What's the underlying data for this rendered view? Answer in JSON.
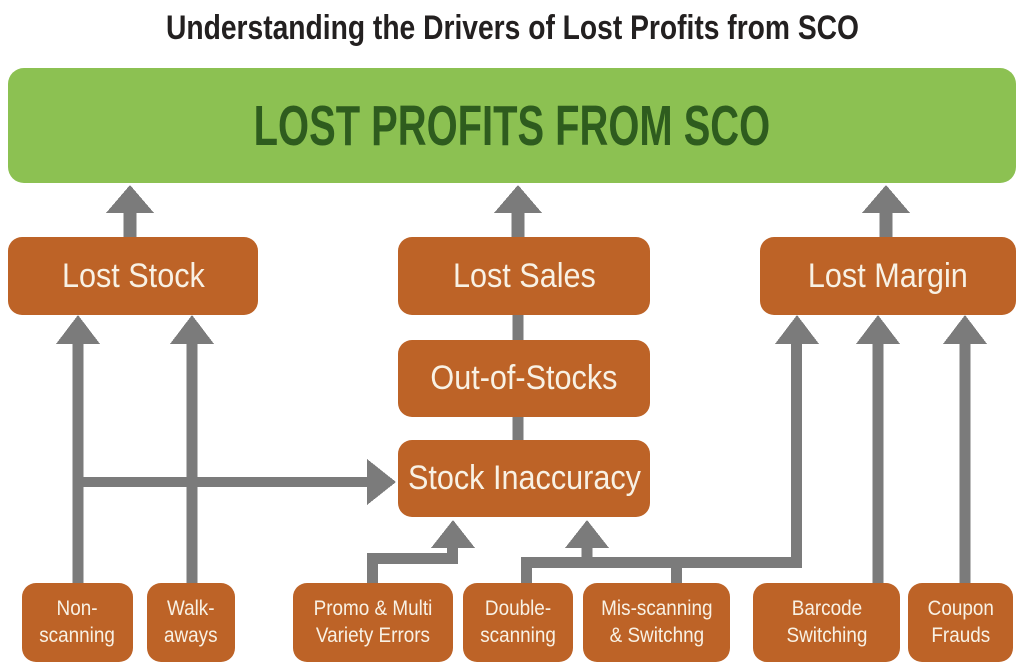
{
  "title": "Understanding the Drivers of Lost Profits from SCO",
  "colors": {
    "green": "#8CC152",
    "green_text": "#2E5C1E",
    "orange": "#BD6327",
    "box_text": "#F8F1E4",
    "arrow": "#7B7B7B",
    "title_text": "#232020"
  },
  "nodes": {
    "root": {
      "label": "LOST PROFITS FROM SCO"
    },
    "lost_stock": {
      "label": "Lost Stock"
    },
    "lost_sales": {
      "label": "Lost Sales"
    },
    "lost_margin": {
      "label": "Lost Margin"
    },
    "out_of_stocks": {
      "label": "Out-of-Stocks"
    },
    "stock_inaccuracy": {
      "label": "Stock Inaccuracy"
    },
    "non_scanning": {
      "label": "Non-\nscanning"
    },
    "walk_aways": {
      "label": "Walk-\naways"
    },
    "promo_multi": {
      "label": "Promo & Multi\nVariety Errors"
    },
    "double_scanning": {
      "label": "Double-\nscanning"
    },
    "mis_scanning": {
      "label": "Mis-scanning\n& Switchng"
    },
    "barcode_switching": {
      "label": "Barcode\nSwitching"
    },
    "coupon_frauds": {
      "label": "Coupon\nFrauds"
    }
  },
  "edges": [
    {
      "from": "lost_stock",
      "to": "root"
    },
    {
      "from": "lost_sales",
      "to": "root"
    },
    {
      "from": "lost_margin",
      "to": "root"
    },
    {
      "from": "out_of_stocks",
      "to": "lost_sales"
    },
    {
      "from": "stock_inaccuracy",
      "to": "out_of_stocks"
    },
    {
      "from": "non_scanning",
      "to": "lost_stock"
    },
    {
      "from": "walk_aways",
      "to": "lost_stock"
    },
    {
      "from": "non_scanning",
      "to": "stock_inaccuracy"
    },
    {
      "from": "walk_aways",
      "to": "stock_inaccuracy"
    },
    {
      "from": "promo_multi",
      "to": "stock_inaccuracy"
    },
    {
      "from": "double_scanning",
      "to": "stock_inaccuracy"
    },
    {
      "from": "mis_scanning",
      "to": "stock_inaccuracy"
    },
    {
      "from": "mis_scanning",
      "to": "lost_margin"
    },
    {
      "from": "barcode_switching",
      "to": "lost_margin"
    },
    {
      "from": "coupon_frauds",
      "to": "lost_margin"
    }
  ]
}
